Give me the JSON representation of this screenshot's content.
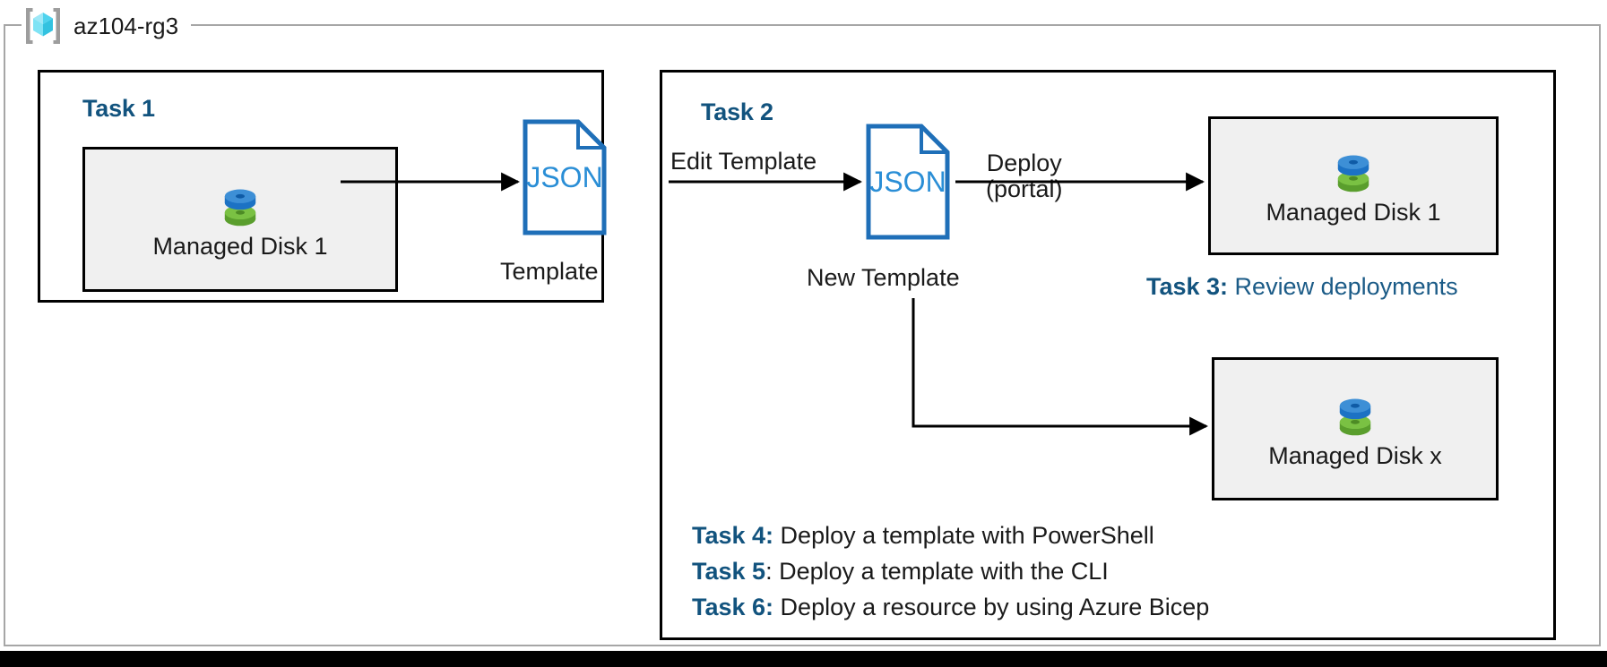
{
  "diagram": {
    "title": "az104-rg3",
    "resource_group_icon": "azure-resource-group-icon",
    "colors": {
      "accent_blue": "#12537e",
      "note_blue": "#1b5b87",
      "json_blue": "#1f6fb8",
      "json_text_blue": "#2a8ed6",
      "frame_gray": "#a6a6a6",
      "box_fill": "#f0f0f0",
      "stroke_black": "#000000",
      "disk_blue": "#3d8fd6",
      "disk_blue_dark": "#1c72c4",
      "disk_green": "#7ac143",
      "disk_green_dark": "#5a9e2d",
      "cube_cyan": "#7fe3f5",
      "cube_cyan_dark": "#32c2e0",
      "bracket_gray": "#9d9d9d"
    }
  },
  "task1": {
    "heading": "Task 1",
    "disk": {
      "label": "Managed Disk 1",
      "icon": "managed-disk-icon"
    },
    "template_doc": {
      "badge": "JSON",
      "caption": "Template",
      "icon": "json-document-icon"
    }
  },
  "task2": {
    "heading": "Task 2",
    "edit_label": "Edit Template",
    "new_template_doc": {
      "badge": "JSON",
      "caption": "New Template",
      "icon": "json-document-icon"
    },
    "deploy_label_line1": "Deploy",
    "deploy_label_line2": "(portal)",
    "disk_top": {
      "label": "Managed Disk 1",
      "icon": "managed-disk-icon"
    },
    "disk_bottom": {
      "label": "Managed Disk x",
      "icon": "managed-disk-icon"
    }
  },
  "task3": {
    "key": "Task 3:",
    "description": " Review deployments"
  },
  "task_list": [
    {
      "key": "Task 4:",
      "description": " Deploy a template with PowerShell",
      "colon_in_key": true
    },
    {
      "key": "Task 5",
      "separator": ": ",
      "description": "Deploy a template with the CLI",
      "colon_in_key": false
    },
    {
      "key": "Task 6:",
      "description": " Deploy a resource by using Azure Bicep",
      "colon_in_key": true
    }
  ]
}
